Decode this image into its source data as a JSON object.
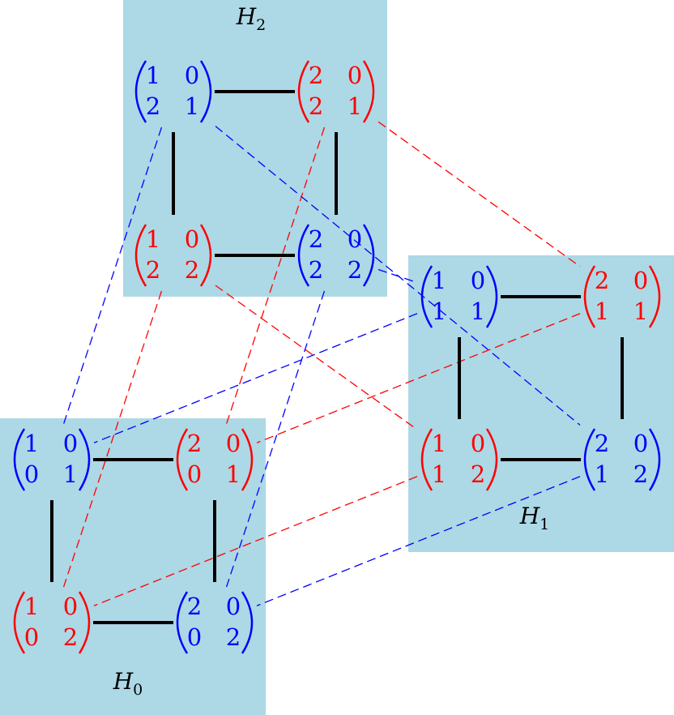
{
  "colors": {
    "panel": "#add8e6",
    "blue": "#0000ff",
    "red": "#ff0000",
    "edge": "#000000"
  },
  "groups": [
    {
      "id": "H2",
      "label_main": "H",
      "label_sub": "2"
    },
    {
      "id": "H1",
      "label_main": "H",
      "label_sub": "1"
    },
    {
      "id": "H0",
      "label_main": "H",
      "label_sub": "0"
    }
  ],
  "matrices": [
    {
      "id": "h2-tl",
      "group": "H2",
      "color": "blue",
      "values": [
        "1",
        "0",
        "2",
        "1"
      ]
    },
    {
      "id": "h2-tr",
      "group": "H2",
      "color": "red",
      "values": [
        "2",
        "0",
        "2",
        "1"
      ]
    },
    {
      "id": "h2-bl",
      "group": "H2",
      "color": "red",
      "values": [
        "1",
        "0",
        "2",
        "2"
      ]
    },
    {
      "id": "h2-br",
      "group": "H2",
      "color": "blue",
      "values": [
        "2",
        "0",
        "2",
        "2"
      ]
    },
    {
      "id": "h1-tl",
      "group": "H1",
      "color": "blue",
      "values": [
        "1",
        "0",
        "1",
        "1"
      ]
    },
    {
      "id": "h1-tr",
      "group": "H1",
      "color": "red",
      "values": [
        "2",
        "0",
        "1",
        "1"
      ]
    },
    {
      "id": "h1-bl",
      "group": "H1",
      "color": "red",
      "values": [
        "1",
        "0",
        "1",
        "2"
      ]
    },
    {
      "id": "h1-br",
      "group": "H1",
      "color": "blue",
      "values": [
        "2",
        "0",
        "1",
        "2"
      ]
    },
    {
      "id": "h0-tl",
      "group": "H0",
      "color": "blue",
      "values": [
        "1",
        "0",
        "0",
        "1"
      ]
    },
    {
      "id": "h0-tr",
      "group": "H0",
      "color": "red",
      "values": [
        "2",
        "0",
        "0",
        "1"
      ]
    },
    {
      "id": "h0-bl",
      "group": "H0",
      "color": "red",
      "values": [
        "1",
        "0",
        "0",
        "2"
      ]
    },
    {
      "id": "h0-br",
      "group": "H0",
      "color": "blue",
      "values": [
        "2",
        "0",
        "0",
        "2"
      ]
    }
  ],
  "solid_edges": [
    {
      "from": "h2-tl",
      "to": "h2-tr"
    },
    {
      "from": "h2-bl",
      "to": "h2-br"
    },
    {
      "from": "h2-tl",
      "to": "h2-bl"
    },
    {
      "from": "h2-tr",
      "to": "h2-br"
    },
    {
      "from": "h1-tl",
      "to": "h1-tr"
    },
    {
      "from": "h1-bl",
      "to": "h1-br"
    },
    {
      "from": "h1-tl",
      "to": "h1-bl"
    },
    {
      "from": "h1-tr",
      "to": "h1-br"
    },
    {
      "from": "h0-tl",
      "to": "h0-tr"
    },
    {
      "from": "h0-bl",
      "to": "h0-br"
    },
    {
      "from": "h0-tl",
      "to": "h0-bl"
    },
    {
      "from": "h0-tr",
      "to": "h0-br"
    }
  ],
  "dashed_edges": [
    {
      "from": "h2-tl",
      "to": "h0-tl",
      "color": "blue"
    },
    {
      "from": "h2-tl",
      "to": "h1-br",
      "color": "blue"
    },
    {
      "from": "h2-tr",
      "to": "h0-tr",
      "color": "red"
    },
    {
      "from": "h2-tr",
      "to": "h1-tr",
      "color": "red"
    },
    {
      "from": "h2-bl",
      "to": "h0-bl",
      "color": "red"
    },
    {
      "from": "h2-bl",
      "to": "h1-bl",
      "color": "red"
    },
    {
      "from": "h2-br",
      "to": "h0-br",
      "color": "blue"
    },
    {
      "from": "h2-br",
      "to": "h1-tl",
      "color": "blue"
    },
    {
      "from": "h1-tl",
      "to": "h0-tl",
      "color": "blue"
    },
    {
      "from": "h1-tr",
      "to": "h0-tr",
      "color": "red"
    },
    {
      "from": "h1-bl",
      "to": "h0-bl",
      "color": "red"
    },
    {
      "from": "h1-br",
      "to": "h0-br",
      "color": "blue"
    }
  ]
}
